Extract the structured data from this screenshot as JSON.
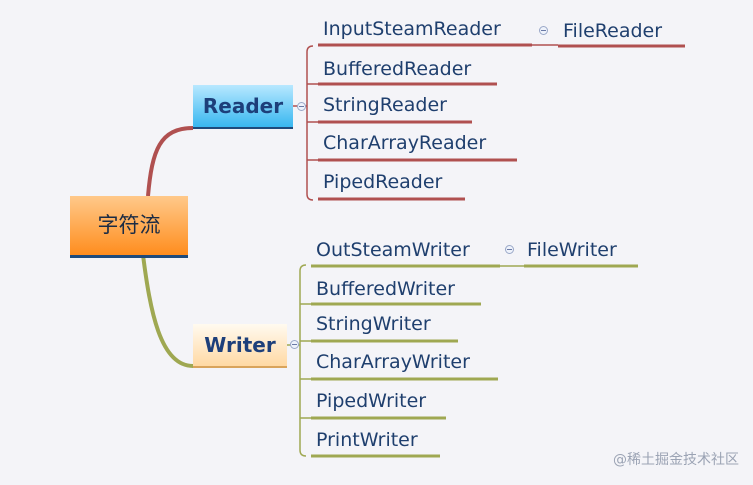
{
  "root": {
    "label": "字符流"
  },
  "reader": {
    "label": "Reader",
    "children": [
      {
        "label": "InputSteamReader",
        "child": "FileReader"
      },
      {
        "label": "BufferedReader"
      },
      {
        "label": "StringReader"
      },
      {
        "label": "CharArrayReader"
      },
      {
        "label": "PipedReader"
      }
    ]
  },
  "writer": {
    "label": "Writer",
    "children": [
      {
        "label": "OutSteamWriter",
        "child": "FileWriter"
      },
      {
        "label": "BufferedWriter"
      },
      {
        "label": "StringWriter"
      },
      {
        "label": "CharArrayWriter"
      },
      {
        "label": "PipedWriter"
      },
      {
        "label": "PrintWriter"
      }
    ]
  },
  "colors": {
    "reader_line": "#b05050",
    "writer_line": "#9fa852",
    "text": "#1f3f6e"
  },
  "watermark": "@稀土掘金技术社区"
}
